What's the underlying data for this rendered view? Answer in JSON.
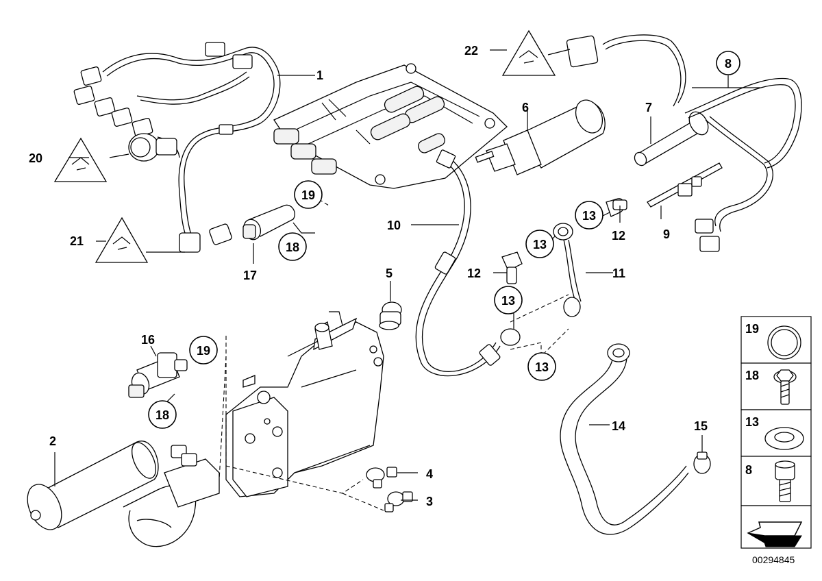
{
  "callouts": {
    "c1": "1",
    "c2": "2",
    "c3": "3",
    "c4": "4",
    "c5": "5",
    "c6": "6",
    "c7": "7",
    "c8": "8",
    "c9": "9",
    "c10": "10",
    "c11": "11",
    "c12a": "12",
    "c12b": "12",
    "c13a": "13",
    "c13b": "13",
    "c13c": "13",
    "c13d": "13",
    "c14": "14",
    "c15": "15",
    "c16": "16",
    "c17": "17",
    "c18a": "18",
    "c18b": "18",
    "c19a": "19",
    "c19b": "19",
    "c20": "20",
    "c21": "21",
    "c22": "22"
  },
  "legend": {
    "items": [
      {
        "label": "19",
        "icon": "o-ring-icon"
      },
      {
        "label": "18",
        "icon": "hex-flange-bolt-icon"
      },
      {
        "label": "13",
        "icon": "sealing-ring-icon"
      },
      {
        "label": "8",
        "icon": "socket-head-screw-icon"
      }
    ]
  },
  "doc_id": "00294845"
}
